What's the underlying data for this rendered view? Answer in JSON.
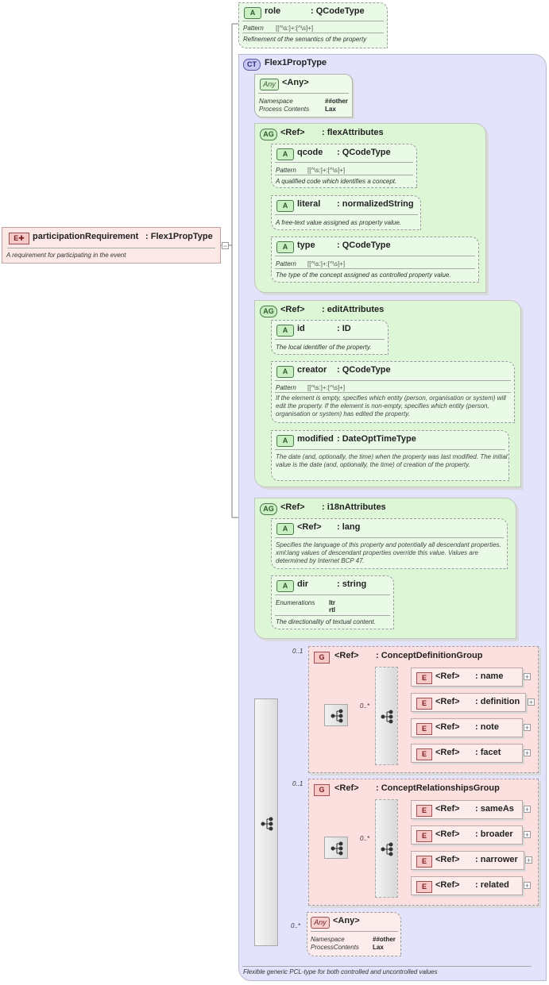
{
  "root": {
    "badge": "E",
    "name": "participationRequirement",
    "type": ": Flex1PropType",
    "doc": "A requirement for participating in the event"
  },
  "role": {
    "badge": "A",
    "name": "role",
    "type": ": QCodeType",
    "pattern_label": "Pattern",
    "pattern": "[[^\\s:]+:[^\\s]+]",
    "doc": "Refinement of the semantics of the property"
  },
  "ct": {
    "badge": "CT",
    "name": "Flex1PropType",
    "doc": "Flexible generic PCL-type for both controlled and uncontrolled values"
  },
  "any1": {
    "badge": "Any",
    "name": "<Any>",
    "ns_label": "Namespace",
    "ns_value": "##other",
    "pc_label": "Process Contents",
    "pc_value": "Lax"
  },
  "flex": {
    "badge": "AG",
    "ref": "<Ref>",
    "name": ": flexAttributes",
    "qcode": {
      "badge": "A",
      "name": "qcode",
      "type": ": QCodeType",
      "pattern_label": "Pattern",
      "pattern": "[[^\\s:]+:[^\\s]+]",
      "doc": "A qualified code which identifies a concept."
    },
    "literal": {
      "badge": "A",
      "name": "literal",
      "type": ": normalizedString",
      "doc": "A free-text value assigned as property value."
    },
    "type": {
      "badge": "A",
      "name": "type",
      "type": ": QCodeType",
      "pattern_label": "Pattern",
      "pattern": "[[^\\s:]+:[^\\s]+]",
      "doc": "The type of the concept assigned as controlled property value."
    }
  },
  "edit": {
    "badge": "AG",
    "ref": "<Ref>",
    "name": ": editAttributes",
    "id": {
      "badge": "A",
      "name": "id",
      "type": ": ID",
      "doc": "The local identifier of the property."
    },
    "creator": {
      "badge": "A",
      "name": "creator",
      "type": ": QCodeType",
      "pattern_label": "Pattern",
      "pattern": "[[^\\s:]+:[^\\s]+]",
      "doc": "If the element is empty, specifies which entity (person, organisation or system) will edit the property. If the element is non-empty, specifies which entity (person, organisation or system) has edited the property."
    },
    "modified": {
      "badge": "A",
      "name": "modified",
      "type": ": DateOptTimeType",
      "doc": "The date (and, optionally, the time) when the property was last modified. The initial value is the date (and, optionally, the time) of creation of the property."
    }
  },
  "i18n": {
    "badge": "AG",
    "ref": "<Ref>",
    "name": ": i18nAttributes",
    "lang": {
      "badge": "A",
      "name": "<Ref>",
      "type": ": lang",
      "doc": "Specifies the language of this property and potentially all descendant properties. xml:lang values of descendant properties override this value. Values are determined by Internet BCP 47."
    },
    "dir": {
      "badge": "A",
      "name": "dir",
      "type": ": string",
      "enum_label": "Enumerations",
      "enum_1": "ltr",
      "enum_2": "rtl",
      "doc": "The directionality of textual content."
    }
  },
  "cdg": {
    "mult": "0..1",
    "badge": "G",
    "ref": "<Ref>",
    "name": ": ConceptDefinitionGroup",
    "inner_mult": "0..*",
    "items": [
      {
        "badge": "E",
        "ref": "<Ref>",
        "name": ": name"
      },
      {
        "badge": "E",
        "ref": "<Ref>",
        "name": ": definition"
      },
      {
        "badge": "E",
        "ref": "<Ref>",
        "name": ": note"
      },
      {
        "badge": "E",
        "ref": "<Ref>",
        "name": ": facet"
      }
    ]
  },
  "crg": {
    "mult": "0..1",
    "badge": "G",
    "ref": "<Ref>",
    "name": ": ConceptRelationshipsGroup",
    "inner_mult": "0..*",
    "items": [
      {
        "badge": "E",
        "ref": "<Ref>",
        "name": ": sameAs"
      },
      {
        "badge": "E",
        "ref": "<Ref>",
        "name": ": broader"
      },
      {
        "badge": "E",
        "ref": "<Ref>",
        "name": ": narrower"
      },
      {
        "badge": "E",
        "ref": "<Ref>",
        "name": ": related"
      }
    ]
  },
  "any2": {
    "mult": "0..*",
    "badge": "Any",
    "name": "<Any>",
    "ns_label": "Namespace",
    "ns_value": "##other",
    "pc_label": "ProcessContents",
    "pc_value": "Lax"
  }
}
